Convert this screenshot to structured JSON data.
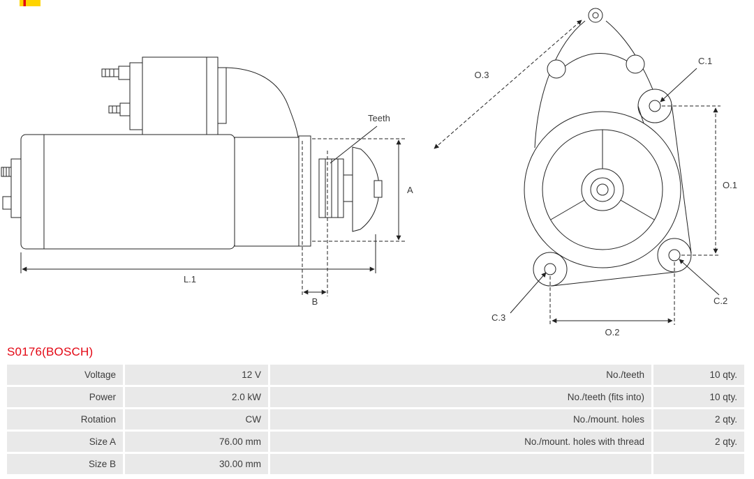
{
  "part_number": "S0176(BOSCH)",
  "colors": {
    "part_number_red": "#e30613",
    "table_cell_bg": "#e9e9e9",
    "table_text": "#3c3c3c",
    "drawing_line": "#222222",
    "logo_yellow": "#ffd400"
  },
  "diagram": {
    "labels": {
      "teeth": "Teeth",
      "a": "A",
      "l1": "L.1",
      "b": "B",
      "o1": "O.1",
      "o2": "O.2",
      "o3": "O.3",
      "c1": "C.1",
      "c2": "C.2",
      "c3": "C.3"
    }
  },
  "specs": {
    "rows": [
      {
        "left_label": "Voltage",
        "left_value": "12 V",
        "right_label": "No./teeth",
        "right_value": "10 qty."
      },
      {
        "left_label": "Power",
        "left_value": "2.0 kW",
        "right_label": "No./teeth (fits into)",
        "right_value": "10 qty."
      },
      {
        "left_label": "Rotation",
        "left_value": "CW",
        "right_label": "No./mount. holes",
        "right_value": "2 qty."
      },
      {
        "left_label": "Size A",
        "left_value": "76.00 mm",
        "right_label": "No./mount. holes with thread",
        "right_value": "2 qty."
      },
      {
        "left_label": "Size B",
        "left_value": "30.00 mm",
        "right_label": "",
        "right_value": ""
      }
    ]
  }
}
